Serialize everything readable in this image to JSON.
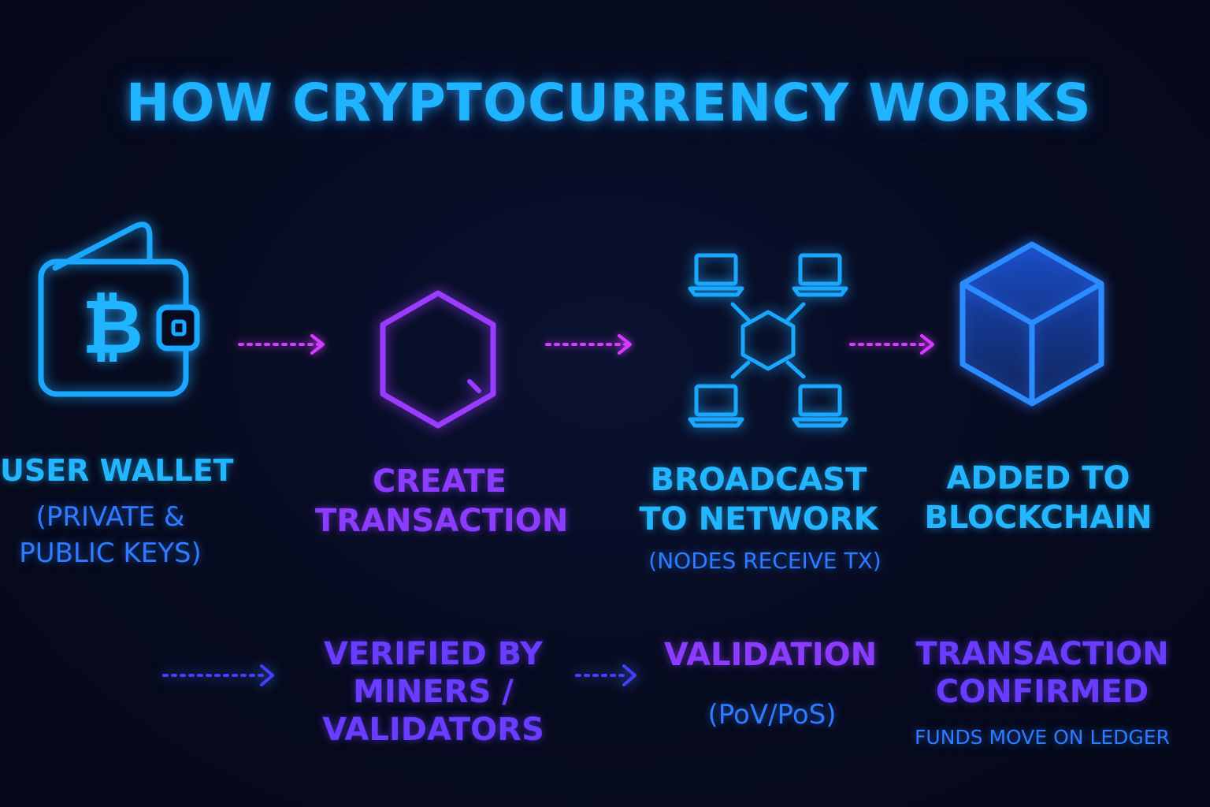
{
  "title": "HOW CRYPTOCURRENCY WORKS",
  "steps": [
    {
      "label_line1": "USER WALLET",
      "label_line2": "",
      "sub_line1": "(PRIVATE &",
      "sub_line2": "PUBLIC KEYS)",
      "icon": "bitcoin-wallet-icon"
    },
    {
      "label_line1": "CREATE",
      "label_line2": "TRANSACTION",
      "icon": "hexagon-icon"
    },
    {
      "label_line1": "BROADCAST",
      "label_line2": "TO NETWORK",
      "sub": "(NODES RECEIVE TX)",
      "icon": "network-nodes-icon"
    },
    {
      "label_line1": "ADDED TO",
      "label_line2": "BLOCKCHAIN",
      "icon": "block-cube-icon"
    },
    {
      "label_line1": "VERIFIED BY",
      "label_line2": "MINERS /",
      "label_line3": "VALIDATORS"
    },
    {
      "label_line1": "VALIDATION",
      "sub": "(PoV/PoS)"
    },
    {
      "label_line1": "TRANSACTION",
      "label_line2": "CONFIRMED",
      "sub": "FUNDS MOVE ON LEDGER"
    }
  ],
  "icons": {
    "wallet_symbol": "₿"
  },
  "colors": {
    "background": "#070b1f",
    "cyan": "#23b6ff",
    "blue": "#2f7bff",
    "purple": "#8c3cff",
    "magenta_arrow": "#d43cff",
    "indigo_arrow": "#4a3cff"
  }
}
